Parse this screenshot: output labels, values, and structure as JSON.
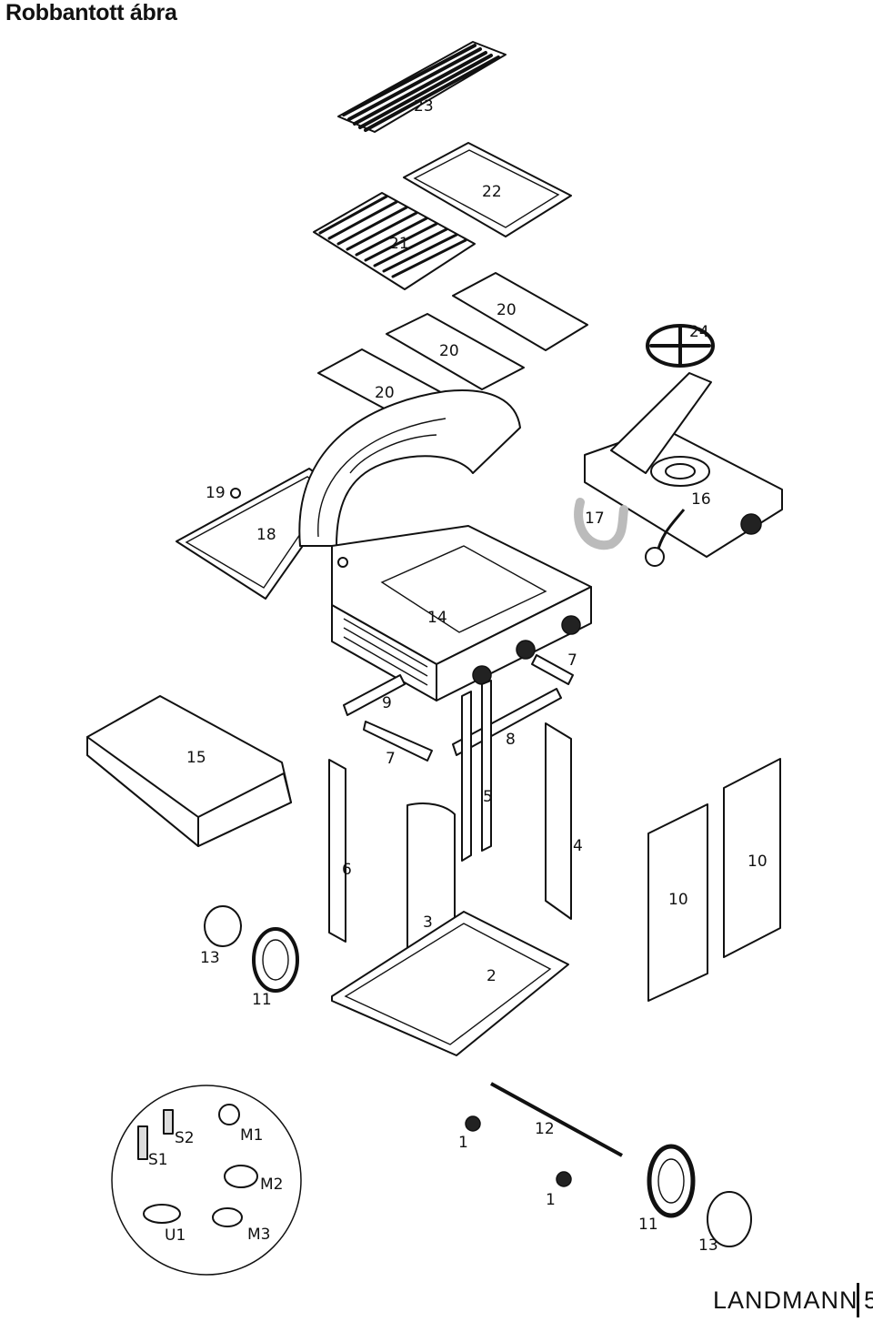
{
  "title": "Robbantott ábra",
  "footer": {
    "brand": "LANDMANN",
    "page": "5"
  },
  "labels": {
    "p23": "23",
    "p22": "22",
    "p21": "21",
    "p20a": "20",
    "p20b": "20",
    "p20c": "20",
    "p24": "24",
    "p19": "19",
    "p18": "18",
    "p17": "17",
    "p16": "16",
    "p14": "14",
    "p7a": "7",
    "p9": "9",
    "p15": "15",
    "p7b": "7",
    "p8": "8",
    "p5": "5",
    "p4": "4",
    "p6": "6",
    "p10a": "10",
    "p10b": "10",
    "p3": "3",
    "p13a": "13",
    "p2": "2",
    "p11a": "11",
    "p12": "12",
    "p1a": "1",
    "p1b": "1",
    "p11b": "11",
    "p13b": "13"
  },
  "hardware": {
    "s1": "S1",
    "s2": "S2",
    "m1": "M1",
    "m2": "M2",
    "u1": "U1",
    "m3": "M3"
  }
}
